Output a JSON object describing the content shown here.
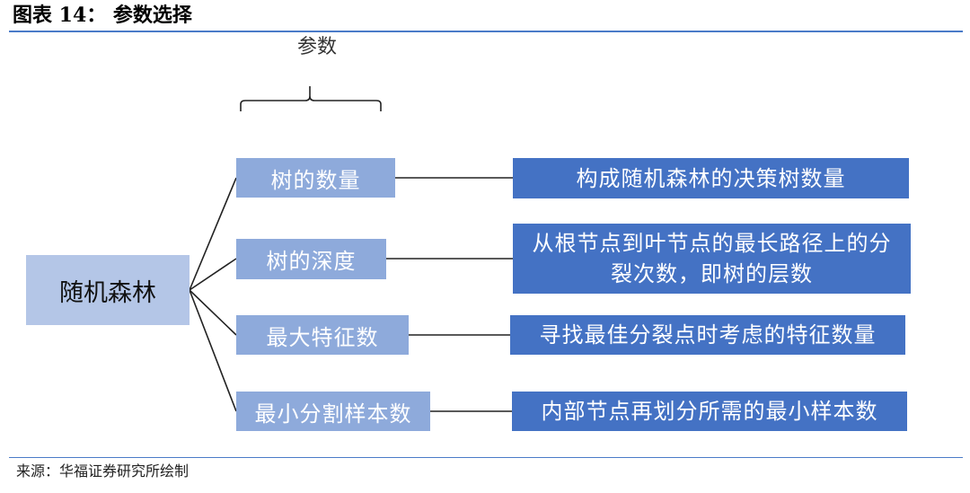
{
  "header": {
    "title": "图表 14：  参数选择"
  },
  "diagram": {
    "brace_label": "参数",
    "root": "随机森林",
    "params": [
      {
        "name": "树的数量",
        "description": "构成随机森林的决策树数量"
      },
      {
        "name": "树的深度",
        "description": "从根节点到叶节点的最长路径上的分裂次数，即树的层数"
      },
      {
        "name": "最大特征数",
        "description": "寻找最佳分裂点时考虑的特征数量"
      },
      {
        "name": "最小分割样本数",
        "description": "内部节点再划分所需的最小样本数"
      }
    ],
    "colors": {
      "root_fill": "#b4c6e7",
      "param_fill": "#8eaadb",
      "description_fill": "#4472c4",
      "rule_color": "#4a7bc8"
    }
  },
  "footer": {
    "source": "来源：华福证券研究所绘制"
  }
}
